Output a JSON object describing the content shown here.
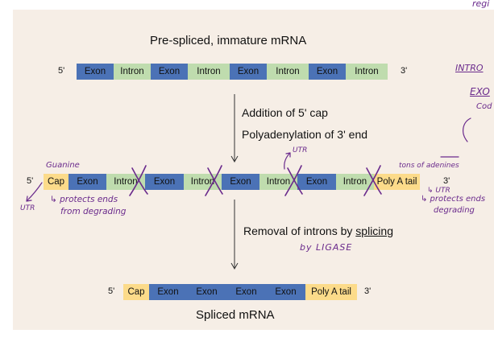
{
  "printed": {
    "title_top": "Pre-spliced, immature mRNA",
    "title_bottom": "Spliced mRNA",
    "five_prime": "5'",
    "three_prime": "3'",
    "step1_line1": "Addition of 5' cap",
    "step1_line2": "Polyadenylation of 3' end",
    "step2_pre": "Removal of introns by ",
    "step2_underlined": "splicing"
  },
  "strand_premrna": [
    {
      "label": "Exon",
      "kind": "exon"
    },
    {
      "label": "Intron",
      "kind": "intron"
    },
    {
      "label": "Exon",
      "kind": "exon"
    },
    {
      "label": "Intron",
      "kind": "intron"
    },
    {
      "label": "Exon",
      "kind": "exon"
    },
    {
      "label": "Intron",
      "kind": "intron"
    },
    {
      "label": "Exon",
      "kind": "exon"
    },
    {
      "label": "Intron",
      "kind": "intron"
    }
  ],
  "strand_capped": [
    {
      "label": "Cap",
      "kind": "cap"
    },
    {
      "label": "Exon",
      "kind": "exon"
    },
    {
      "label": "Intron",
      "kind": "intron"
    },
    {
      "label": "Exon",
      "kind": "exon"
    },
    {
      "label": "Intron",
      "kind": "intron"
    },
    {
      "label": "Exon",
      "kind": "exon"
    },
    {
      "label": "Intron",
      "kind": "intron"
    },
    {
      "label": "Exon",
      "kind": "exon"
    },
    {
      "label": "Intron",
      "kind": "intron"
    },
    {
      "label": "Poly A tail",
      "kind": "poly"
    }
  ],
  "strand_spliced": [
    {
      "label": "Cap",
      "kind": "cap"
    },
    {
      "label": "Exon",
      "kind": "exon"
    },
    {
      "label": "Exon",
      "kind": "exon"
    },
    {
      "label": "Exon",
      "kind": "exon"
    },
    {
      "label": "Exon",
      "kind": "exon"
    },
    {
      "label": "Poly A tail",
      "kind": "poly"
    }
  ],
  "handwritten": {
    "top_right": "regi",
    "side_1": "INTRO",
    "side_2": "EXO",
    "side_3": "Cod",
    "guanine": "Guanine",
    "utr_left": "UTR",
    "protects_1": "↳ protects ends",
    "protects_2": "from degrading",
    "utr_mid": "UTR",
    "tons": "tons of adenines",
    "utr_right": "↳ UTR",
    "protects_right_1": "↳ protects ends",
    "protects_right_2": "degrading",
    "ligase": "by LIGASE"
  },
  "colors": {
    "exon": "#4b72b6",
    "intron": "#bfdcae",
    "cap": "#fcdb8a",
    "poly": "#fcdb8a",
    "panel": "#f6eee6",
    "ink": "#6a2a8c"
  }
}
